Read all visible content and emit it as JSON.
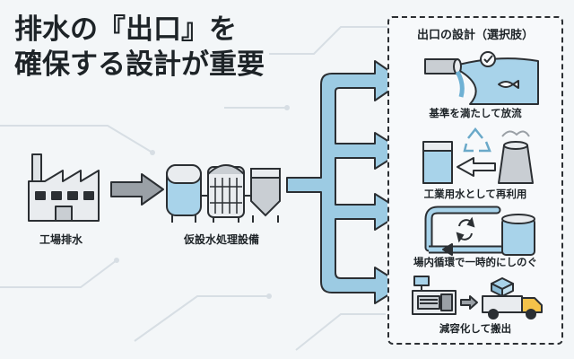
{
  "title": {
    "line1": "排水の『出口』を",
    "line2": "確保する設計が重要"
  },
  "factory": {
    "label": "工場排水"
  },
  "treatment": {
    "label": "仮設水処理設備"
  },
  "panel": {
    "title": "出口の設計（選択肢）",
    "options": [
      {
        "label": "基準を満たして放流",
        "icon": "discharge-river-icon"
      },
      {
        "label": "工業用水として再利用",
        "icon": "reuse-cooling-tower-icon"
      },
      {
        "label": "場内循環で一時的にしのぐ",
        "icon": "recirculation-tank-icon"
      },
      {
        "label": "減容化して搬出",
        "icon": "volume-reduction-truck-icon"
      }
    ]
  },
  "colors": {
    "arrow": "#9ccbe3",
    "outline": "#2b2f33",
    "water": "#a8d3ea",
    "gray": "#c9ced3"
  }
}
